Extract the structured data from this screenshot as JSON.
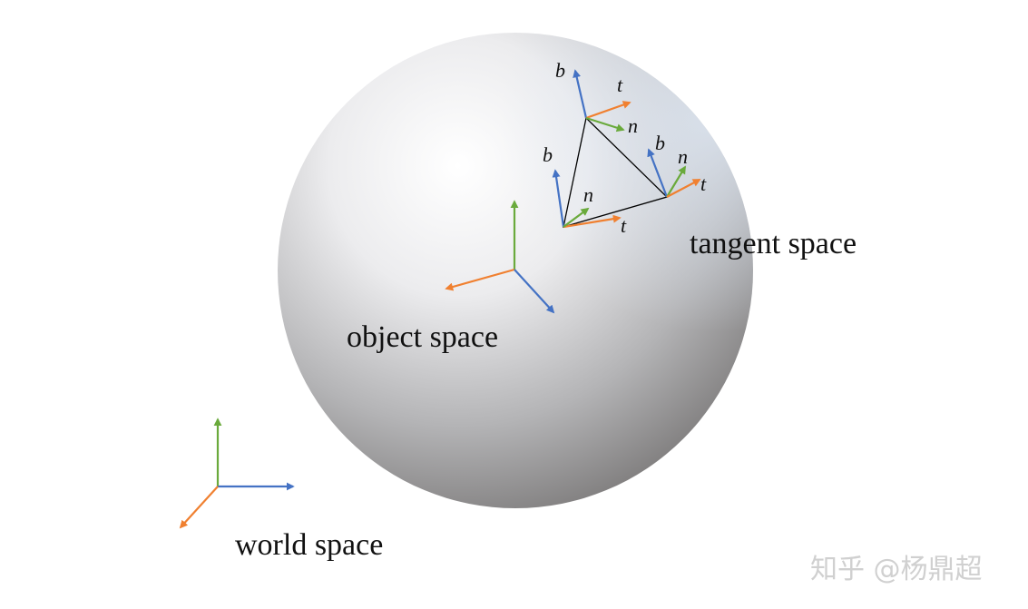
{
  "labels": {
    "tangent_space": "tangent space",
    "object_space": "object space",
    "world_space": "world space"
  },
  "axis_letters": {
    "b": "b",
    "t": "t",
    "n": "n"
  },
  "watermark": "知乎 @杨鼎超",
  "colors": {
    "x_axis": "#f08030",
    "y_axis": "#6aaa3c",
    "z_axis": "#4472c4",
    "edge": "#000000"
  }
}
